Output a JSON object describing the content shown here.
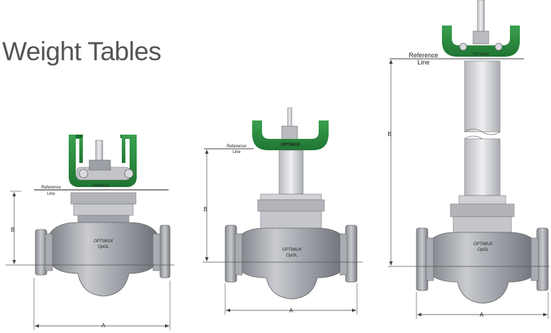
{
  "page": {
    "title": "Weight Tables"
  },
  "valves": [
    {
      "reference_line_text": [
        "Reference",
        "Line"
      ],
      "dimension_b": "B",
      "dimension_a": "A",
      "bonnet_mark": "OPTIMUX",
      "body_text": [
        "OPTIMUX",
        "OpGL"
      ]
    },
    {
      "reference_line_text": [
        "Reference",
        "Line"
      ],
      "dimension_b": "B",
      "dimension_a": "A",
      "bonnet_mark": "OPTIMUX",
      "body_text": [
        "OPTIMUX",
        "OpGL"
      ]
    },
    {
      "reference_line_text": [
        "Reference",
        "Line"
      ],
      "dimension_b": "B",
      "dimension_a": "A",
      "bonnet_mark": "OPTIMUX",
      "body_text": [
        "OPTIMUX",
        "OpGL"
      ]
    }
  ],
  "colors": {
    "green": "#2a8a3e",
    "body": "#a6a8ae",
    "text": "#545454"
  }
}
